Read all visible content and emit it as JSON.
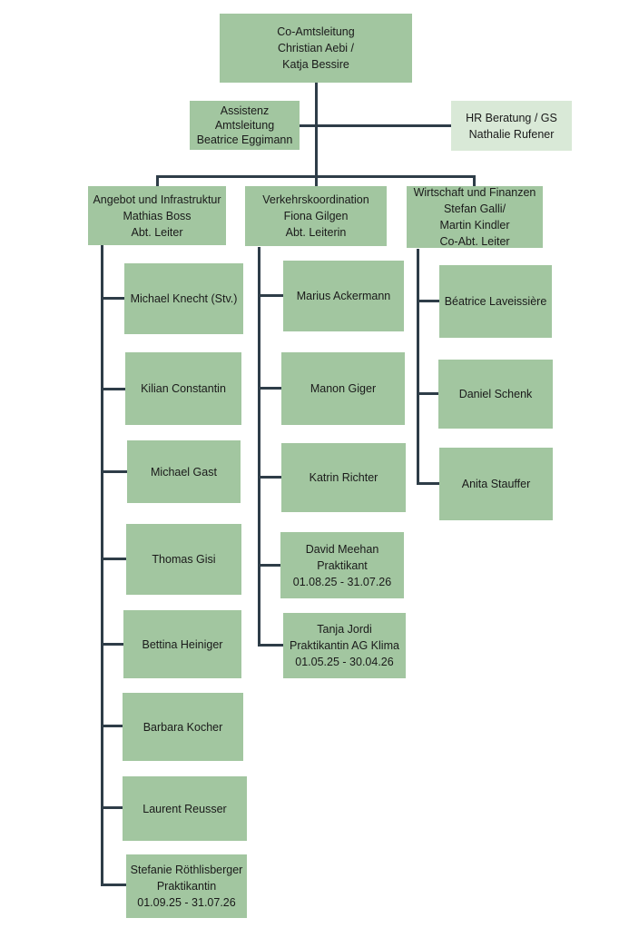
{
  "head": {
    "lines": [
      "Co-Amtsleitung",
      "Christian Aebi /",
      "Katja Bessire"
    ]
  },
  "assistant": {
    "lines": [
      "Assistenz",
      "Amtsleitung",
      "Beatrice Eggimann"
    ]
  },
  "hr": {
    "lines": [
      "HR Beratung / GS",
      "Nathalie Rufener"
    ]
  },
  "departments": [
    {
      "lines": [
        "Angebot und Infrastruktur",
        "Mathias Boss",
        "Abt. Leiter"
      ],
      "members": [
        {
          "lines": [
            "Michael Knecht (Stv.)"
          ]
        },
        {
          "lines": [
            "Kilian Constantin"
          ]
        },
        {
          "lines": [
            "Michael Gast"
          ]
        },
        {
          "lines": [
            "Thomas Gisi"
          ]
        },
        {
          "lines": [
            "Bettina Heiniger"
          ]
        },
        {
          "lines": [
            "Barbara Kocher"
          ]
        },
        {
          "lines": [
            "Laurent Reusser"
          ]
        },
        {
          "lines": [
            "Stefanie Röthlisberger",
            "Praktikantin",
            "01.09.25 - 31.07.26"
          ]
        }
      ]
    },
    {
      "lines": [
        "Verkehrskoordination",
        "Fiona Gilgen",
        "Abt. Leiterin"
      ],
      "members": [
        {
          "lines": [
            "Marius Ackermann"
          ]
        },
        {
          "lines": [
            "Manon Giger"
          ]
        },
        {
          "lines": [
            "Katrin Richter"
          ]
        },
        {
          "lines": [
            "David Meehan",
            "Praktikant",
            "01.08.25 - 31.07.26"
          ]
        },
        {
          "lines": [
            "Tanja Jordi",
            "Praktikantin AG Klima",
            "01.05.25 - 30.04.26"
          ]
        }
      ]
    },
    {
      "lines": [
        "Wirtschaft und Finanzen",
        "Stefan Galli/",
        "Martin Kindler",
        "Co-Abt. Leiter"
      ],
      "members": [
        {
          "lines": [
            "Béatrice Laveissière"
          ]
        },
        {
          "lines": [
            "Daniel Schenk"
          ]
        },
        {
          "lines": [
            "Anita Stauffer"
          ]
        }
      ]
    }
  ]
}
